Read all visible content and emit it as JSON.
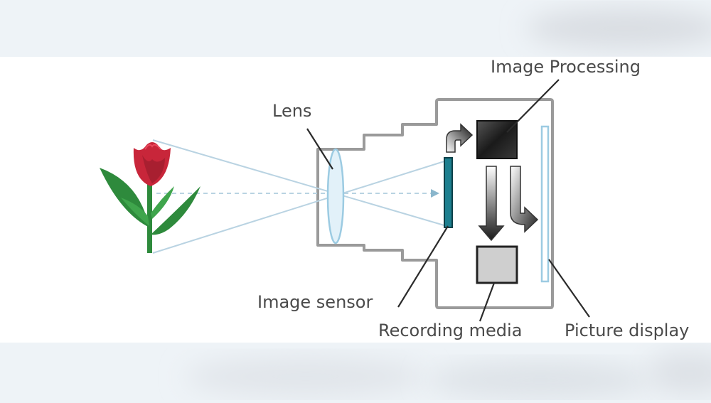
{
  "labels": {
    "image_processing": "Image Processing",
    "lens": "Lens",
    "image_sensor": "Image sensor",
    "recording_media": "Recording media",
    "picture_display": "Picture display"
  },
  "colors": {
    "background": "#eef3f7",
    "panel": "#ffffff",
    "outline": "#9a9a9a",
    "ray": "#b9d3e2",
    "lens_fill": "#e2f1f9",
    "sensor": "#1d7f8f",
    "tulip_red": "#c8263a",
    "stem_green": "#2e8a3c",
    "leader_line": "#2b2b2b"
  }
}
